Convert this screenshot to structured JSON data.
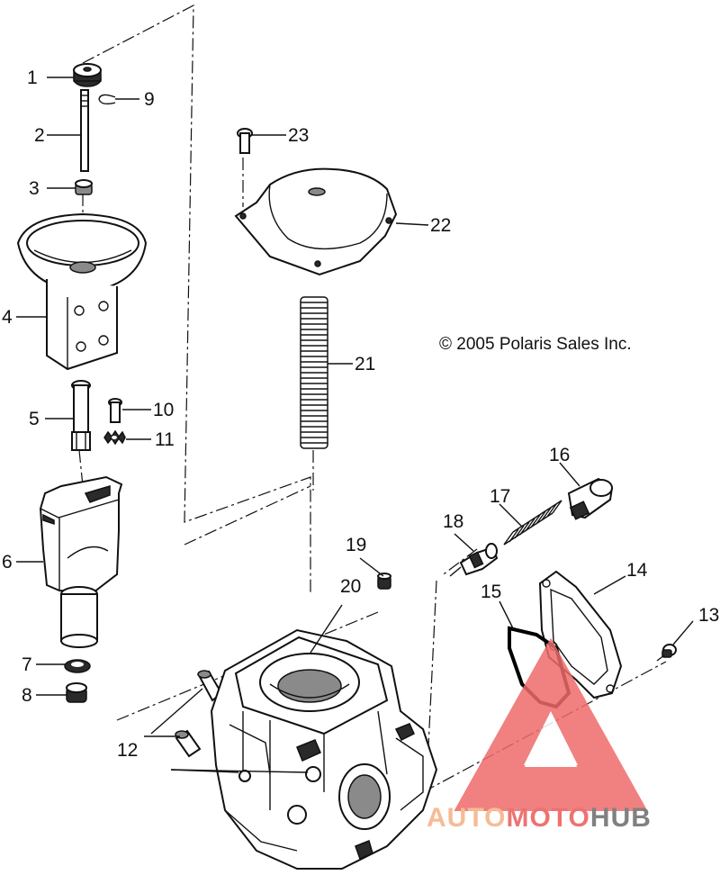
{
  "copyright": "© 2005 Polaris Sales Inc.",
  "watermark": {
    "parts": [
      {
        "text": "AUTO",
        "color": "#f4b183"
      },
      {
        "text": "MOTO",
        "color": "#ec5a5a"
      },
      {
        "text": "HUB",
        "color": "#6b6b6b"
      }
    ],
    "logo_color": "#ef6b6b"
  },
  "callouts": {
    "c1": "1",
    "c2": "2",
    "c3": "3",
    "c4": "4",
    "c5": "5",
    "c6": "6",
    "c7": "7",
    "c8": "8",
    "c9": "9",
    "c10": "10",
    "c11": "11",
    "c12": "12",
    "c13": "13",
    "c14": "14",
    "c15": "15",
    "c16": "16",
    "c17": "17",
    "c18": "18",
    "c19": "19",
    "c20": "20",
    "c21": "21",
    "c22": "22",
    "c23": "23"
  }
}
